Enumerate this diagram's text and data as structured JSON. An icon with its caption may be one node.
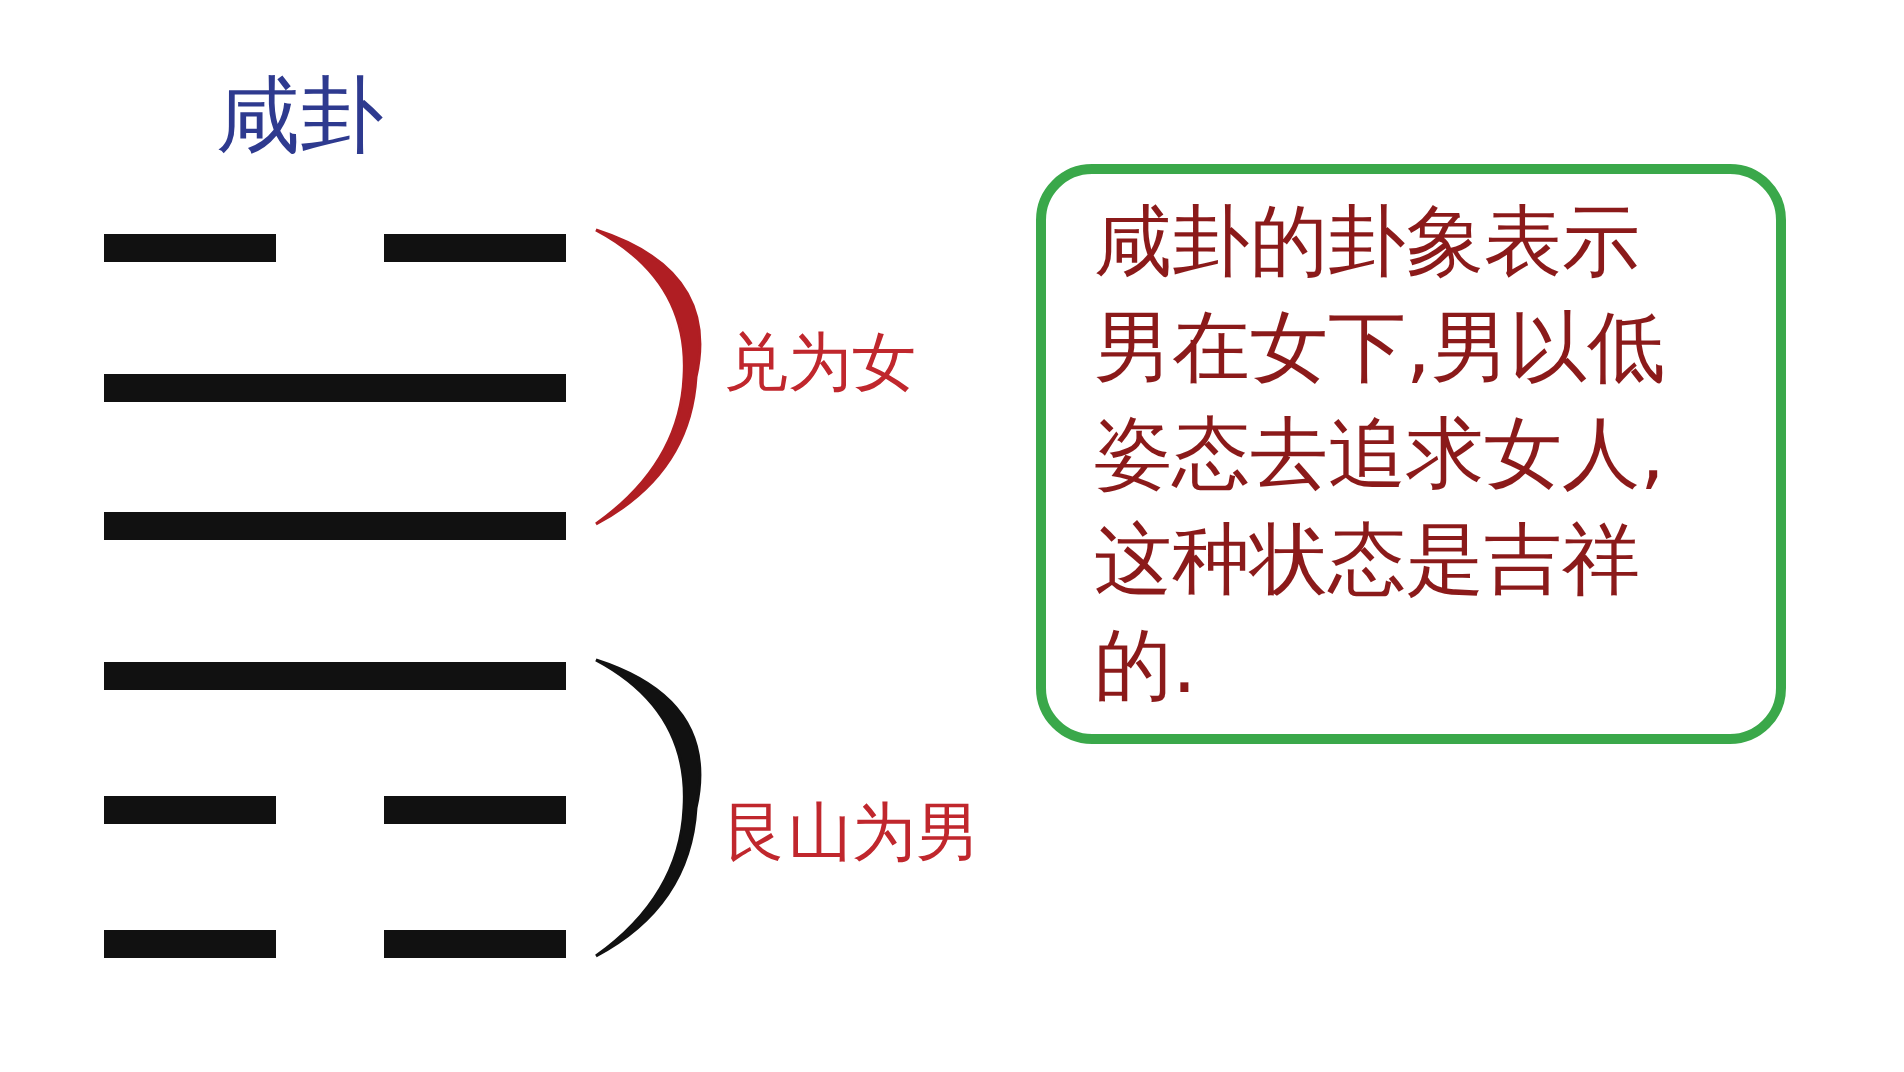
{
  "diagram": {
    "title": "咸卦",
    "nodes": [
      {
        "text": [
          "咸卦的卦象表示男在女下,男以低姿态去追求女人,这种状态是吉祥的."
        ]
      }
    ],
    "labels": [
      "兑为女",
      "艮山为男"
    ]
  }
}
